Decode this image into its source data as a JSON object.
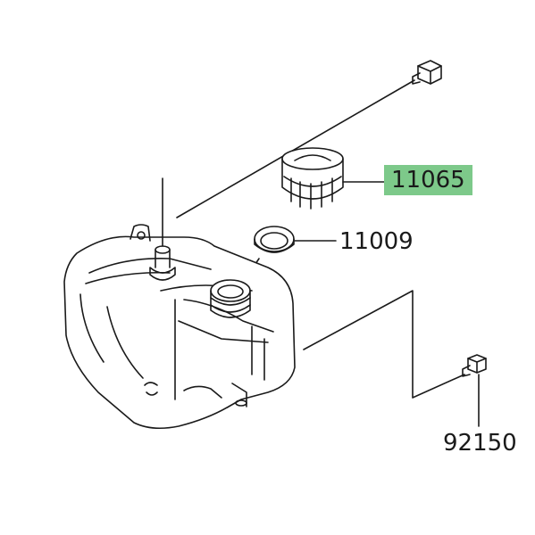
{
  "diagram": {
    "parts": [
      {
        "number": "11065",
        "highlighted": true
      },
      {
        "number": "11009",
        "highlighted": false
      },
      {
        "number": "92150",
        "highlighted": false
      }
    ]
  },
  "colors": {
    "highlight": "#7dc98a",
    "line": "#1a1a1a",
    "background": "#ffffff"
  }
}
